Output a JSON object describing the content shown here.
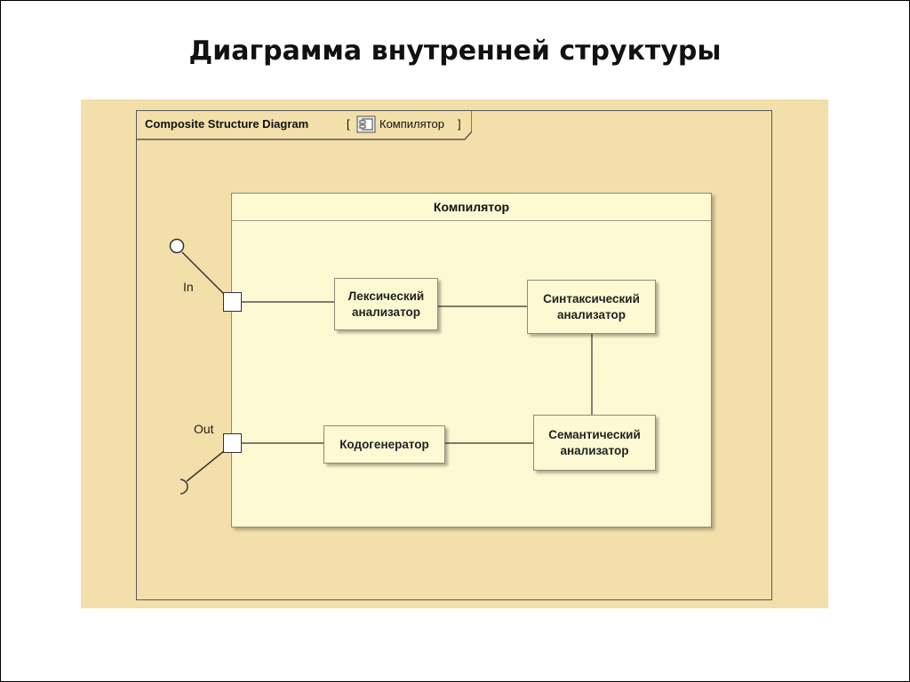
{
  "slide": {
    "title": "Диаграмма внутренней структуры"
  },
  "diagram": {
    "frame_kind": "Composite Structure Diagram",
    "open_bracket": "[",
    "context_name": "Компилятор",
    "close_bracket": "]",
    "context_icon": "component-icon",
    "classifier": {
      "name": "Компилятор"
    },
    "ports": {
      "in": "In",
      "out": "Out"
    },
    "parts": {
      "lexer": "Лексический\nанализатор",
      "parser": "Синтаксический\nанализатор",
      "semantic": "Семантический\nанализатор",
      "codegen": "Кодогенератор"
    },
    "colors": {
      "canvas": "#f2dfa9",
      "part_fill": "#fdf9d2",
      "line": "#333333"
    }
  }
}
